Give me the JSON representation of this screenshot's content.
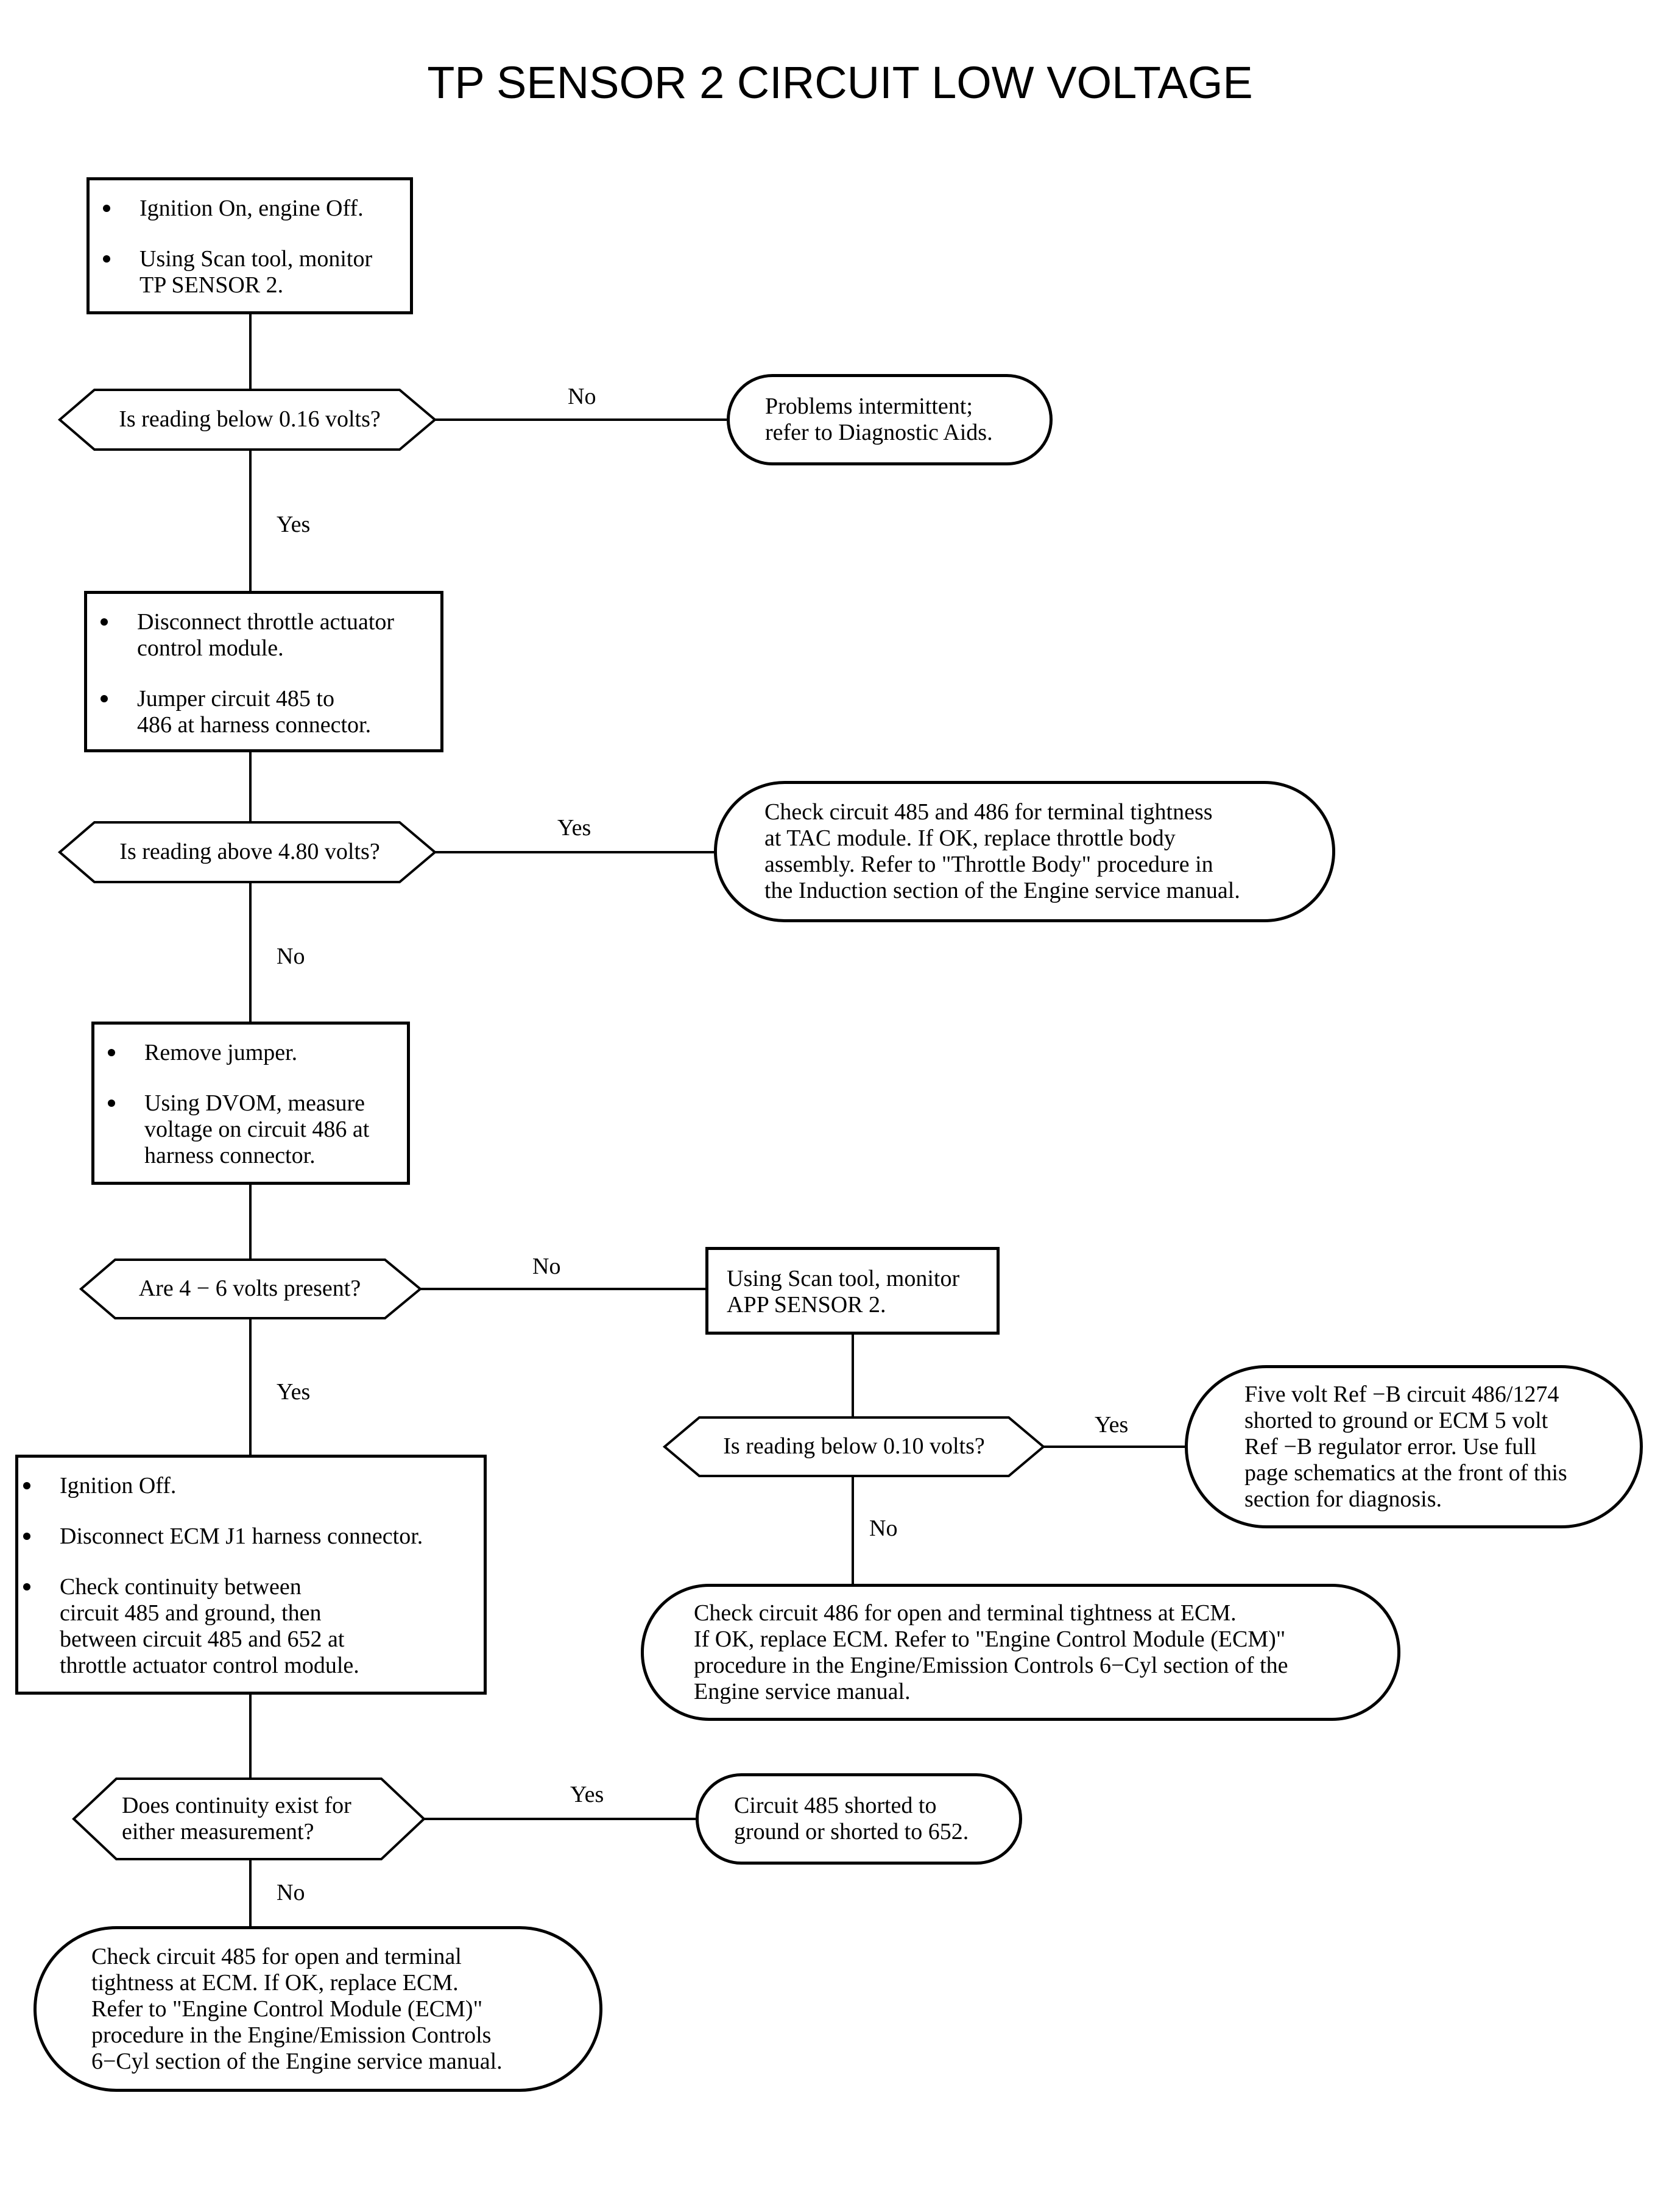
{
  "title": "TP SENSOR 2 CIRCUIT LOW VOLTAGE",
  "steps": {
    "step1": [
      "Ignition On, engine Off.",
      "Using Scan tool, monitor\nTP SENSOR 2."
    ],
    "step2": [
      "Disconnect throttle actuator\ncontrol module.",
      "Jumper circuit 485 to\n486 at harness connector."
    ],
    "step3": [
      "Remove jumper.",
      "Using DVOM, measure\nvoltage on circuit 486 at\nharness connector."
    ],
    "step4": [
      "Ignition Off.",
      "Disconnect ECM J1 harness connector.",
      "Check continuity between\ncircuit 485 and ground, then\nbetween circuit 485 and 652 at\nthrottle actuator control module."
    ],
    "scan_app": "Using Scan tool, monitor\nAPP SENSOR 2."
  },
  "decisions": {
    "d1": "Is reading below 0.16 volts?",
    "d2": "Is reading above 4.80 volts?",
    "d3": "Are 4 − 6 volts present?",
    "d4": "Is reading below 0.10 volts?",
    "d5": "Does continuity exist for\neither measurement?"
  },
  "results": {
    "r1": "Problems intermittent;\nrefer to Diagnostic Aids.",
    "r2": "Check circuit 485 and 486 for terminal tightness\nat TAC module. If OK, replace throttle body\nassembly. Refer to \"Throttle Body\" procedure in\nthe Induction section of the Engine service manual.",
    "r3": "Five volt Ref −B circuit 486/1274\nshorted to ground or ECM 5 volt\nRef −B regulator error.  Use full\npage schematics at the front of this\nsection for diagnosis.",
    "r4": "Check circuit 486 for open and terminal tightness at ECM.\nIf OK, replace ECM. Refer to \"Engine Control Module (ECM)\"\nprocedure in the Engine/Emission Controls 6−Cyl section of the\nEngine service manual.",
    "r5": "Circuit 485 shorted to\nground or shorted to 652.",
    "r6": "Check circuit 485 for open and terminal\ntightness at ECM. If OK, replace ECM.\nRefer to \"Engine Control Module (ECM)\"\nprocedure in the Engine/Emission Controls\n6−Cyl section of the Engine service manual."
  },
  "labels": {
    "d1_no": "No",
    "d1_yes": "Yes",
    "d2_yes": "Yes",
    "d2_no": "No",
    "d3_no": "No",
    "d3_yes": "Yes",
    "d4_yes": "Yes",
    "d4_no": "No",
    "d5_yes": "Yes",
    "d5_no": "No"
  }
}
